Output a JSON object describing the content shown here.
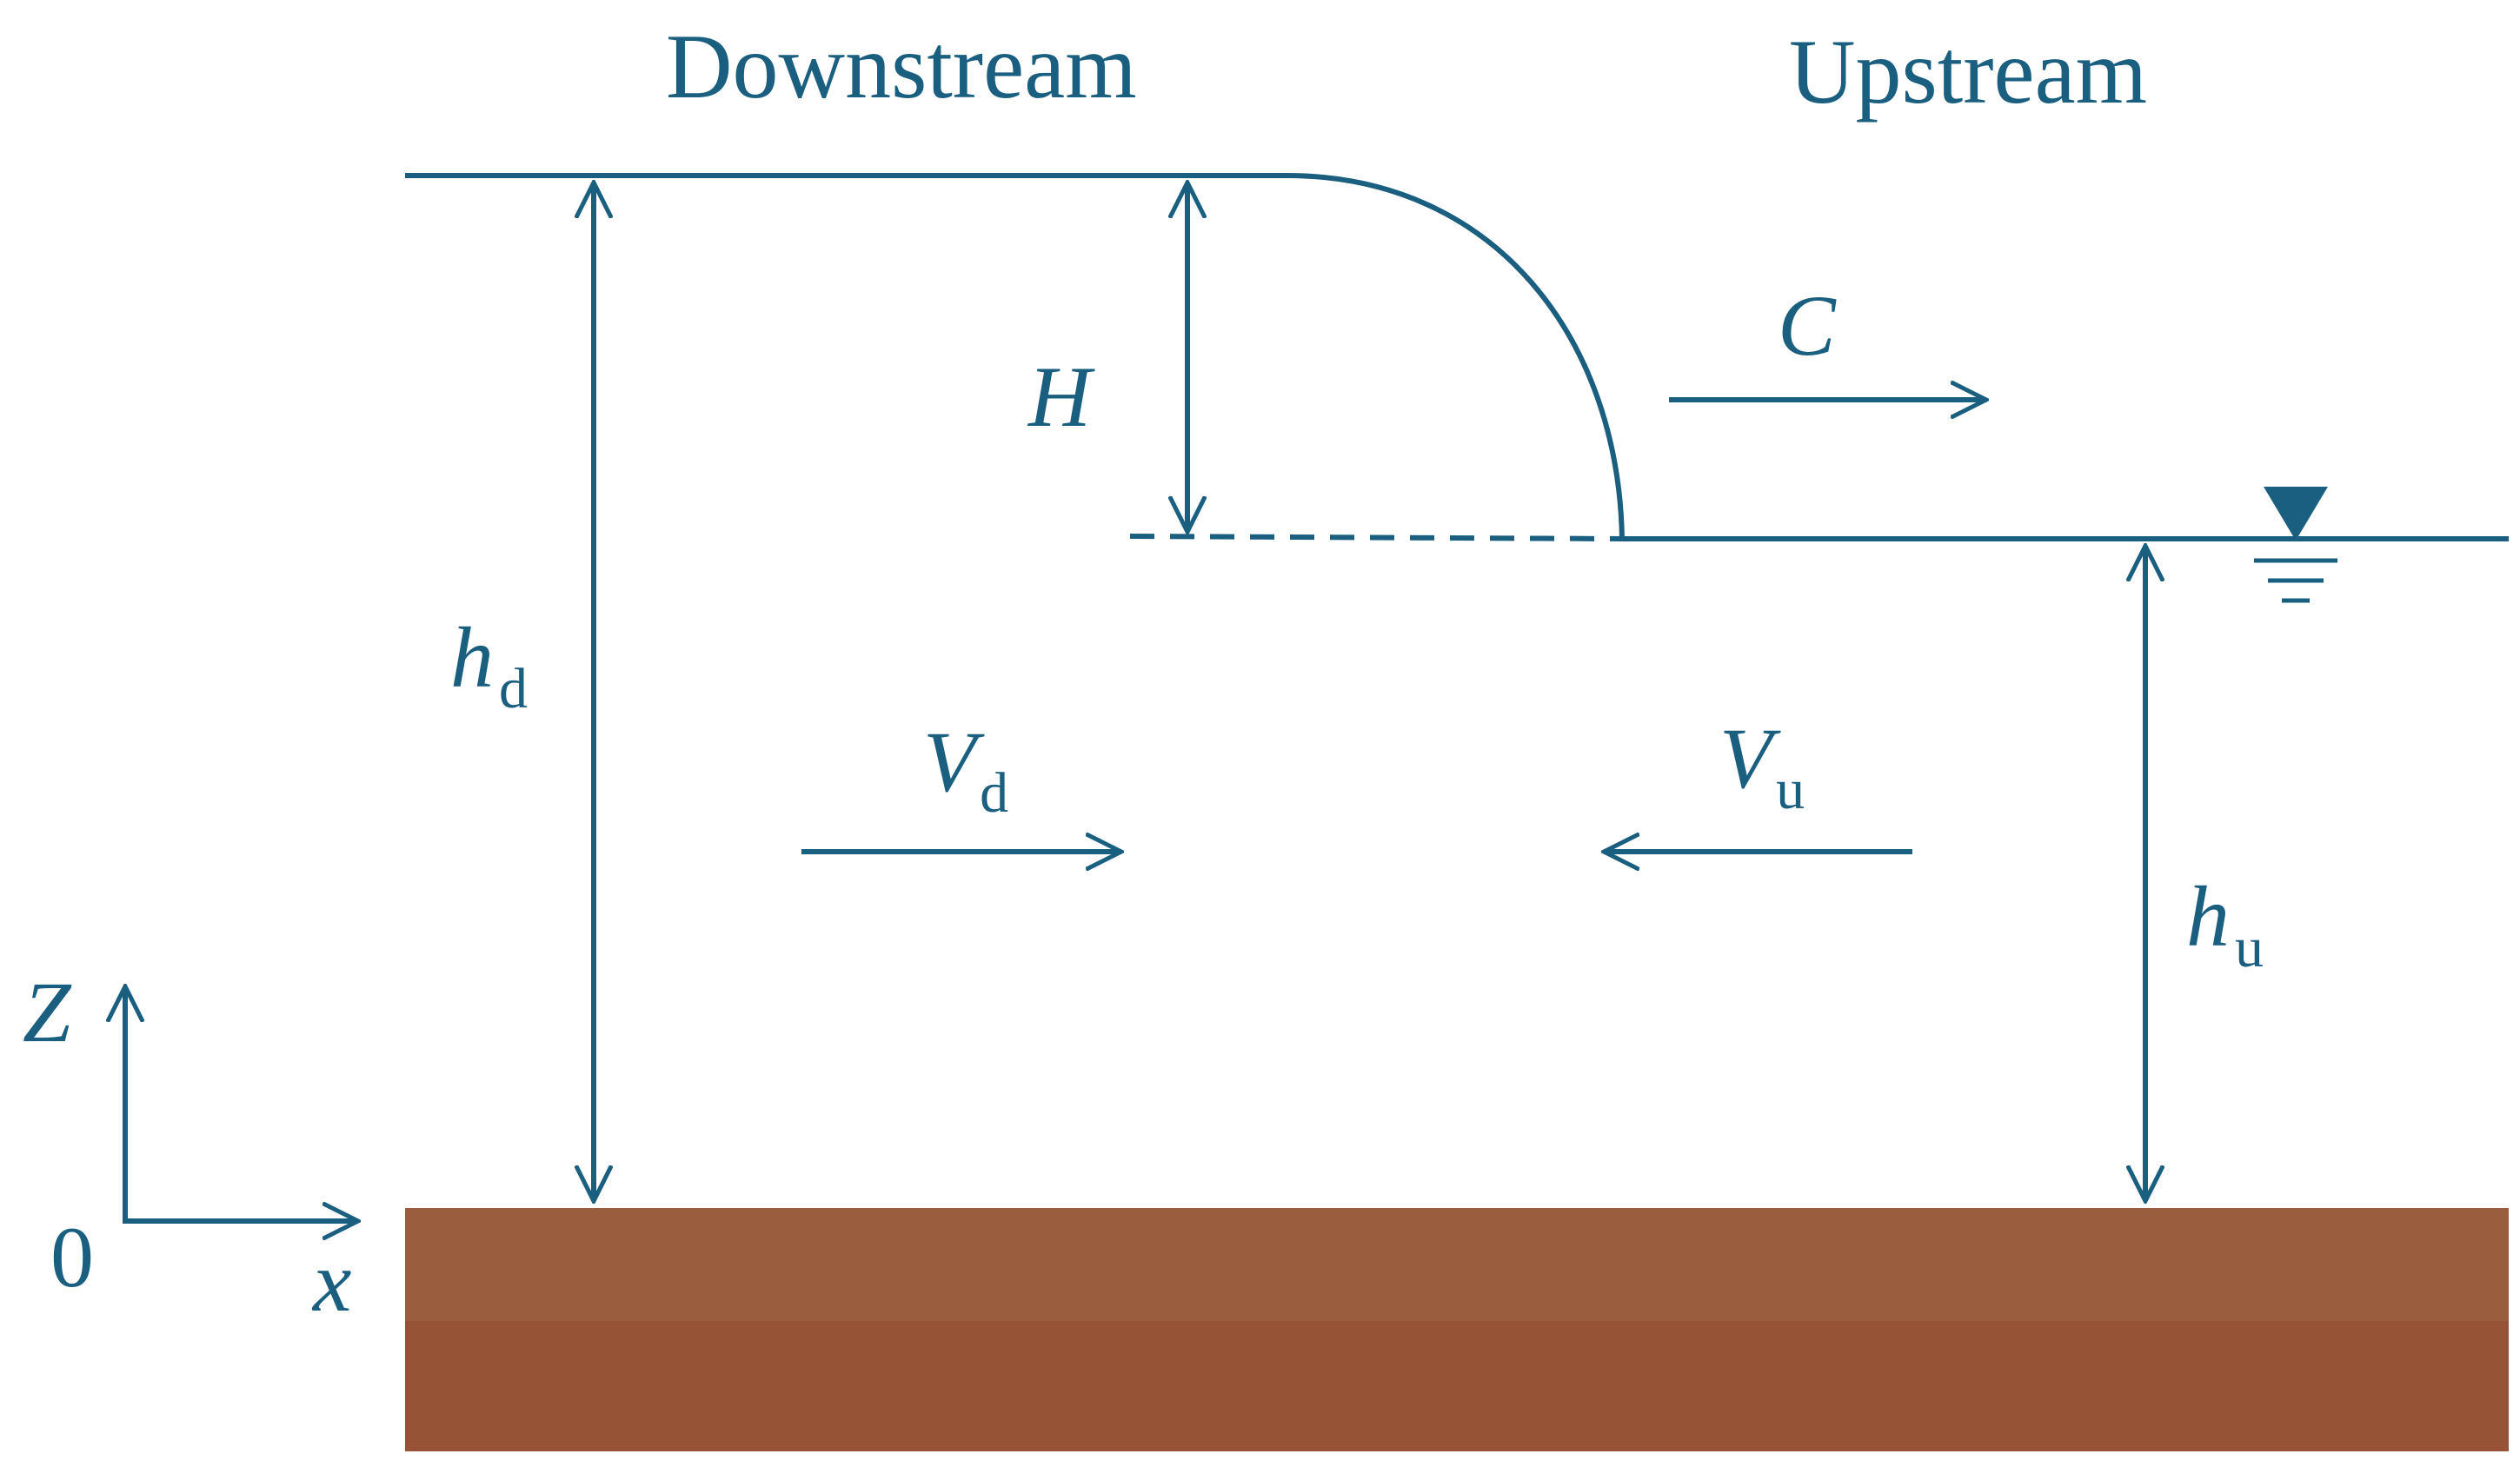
{
  "labels": {
    "downstream": "Downstream",
    "upstream": "Upstream",
    "H": "H",
    "C": "C",
    "h": "h",
    "d": "d",
    "u": "u",
    "V": "V",
    "Z": "Z",
    "x": "x",
    "origin": "0"
  },
  "colors": {
    "line": "#1a5f80",
    "ground_top": "#9a5e3e",
    "ground_bottom": "#965335",
    "background": "#ffffff"
  },
  "icons": {
    "water_surface_marker": "inverted-triangle-water-level-icon"
  }
}
